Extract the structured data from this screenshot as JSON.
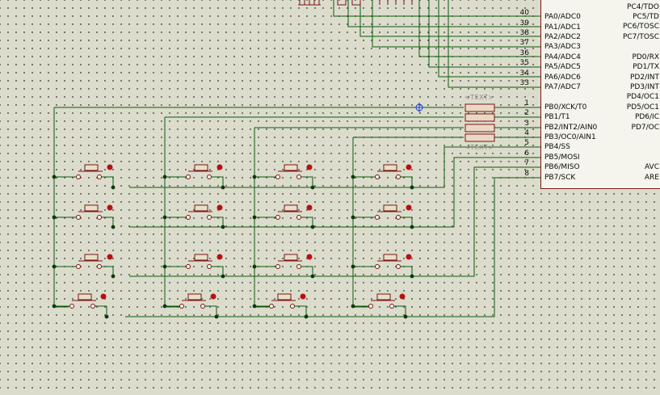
{
  "mcu": {
    "left_pins": [
      {
        "num": "40",
        "label": "PA0/ADC0"
      },
      {
        "num": "39",
        "label": "PA1/ADC1"
      },
      {
        "num": "38",
        "label": "PA2/ADC2"
      },
      {
        "num": "37",
        "label": "PA3/ADC3"
      },
      {
        "num": "36",
        "label": "PA4/ADC4"
      },
      {
        "num": "35",
        "label": "PA5/ADC5"
      },
      {
        "num": "34",
        "label": "PA6/ADC6"
      },
      {
        "num": "33",
        "label": "PA7/ADC7"
      },
      {
        "num": "1",
        "label": "PB0/XCK/T0"
      },
      {
        "num": "2",
        "label": "PB1/T1"
      },
      {
        "num": "3",
        "label": "PB2/INT2/AIN0"
      },
      {
        "num": "4",
        "label": "PB3/OC0/AIN1"
      },
      {
        "num": "5",
        "label": "PB4/SS"
      },
      {
        "num": "6",
        "label": "PB5/MOSI"
      },
      {
        "num": "7",
        "label": "PB6/MISO"
      },
      {
        "num": "8",
        "label": "PB7/SCK"
      }
    ],
    "right_pins": [
      "PC4/TDO",
      "PC5/TD",
      "PC6/TOSC",
      "PC7/TOSC",
      "PD0/RX",
      "PD1/TX",
      "PD2/INT",
      "PD3/INT",
      "PD4/OC1",
      "PD5/OC1",
      "PD6/IC",
      "PD7/OC",
      "AVC",
      "ARE"
    ]
  },
  "text_tags": [
    "<TEXT>",
    "<TEXT>"
  ],
  "colors": {
    "background": "#dcdccc",
    "wire": "#0b5a0b",
    "component": "#7a1515",
    "pin_dot": "#b81010",
    "junction": "#0b3a0b",
    "probe": "#1a3ad0"
  }
}
